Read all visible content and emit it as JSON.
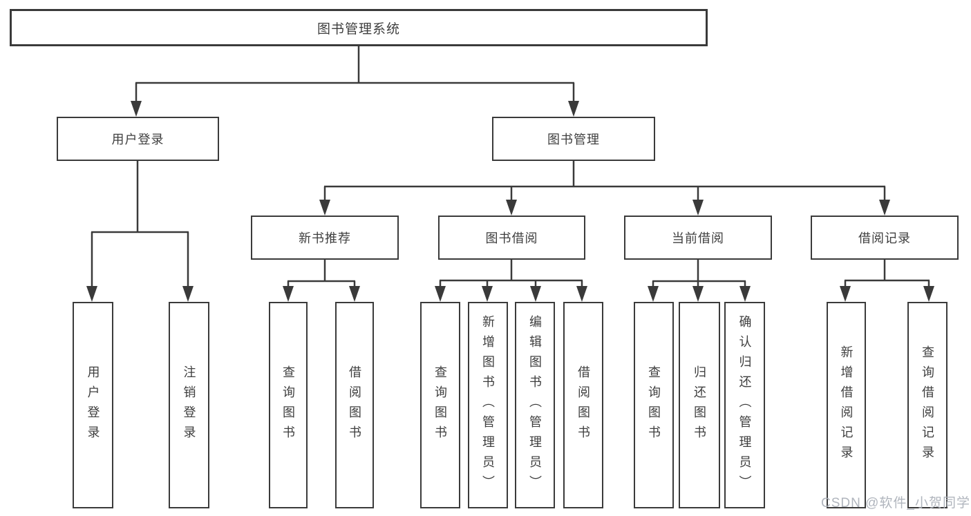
{
  "diagram_title": "图书管理系统",
  "tree": {
    "label": "图书管理系统",
    "children": [
      {
        "label": "用户登录",
        "children": [
          {
            "label": "用户登录"
          },
          {
            "label": "注销登录"
          }
        ]
      },
      {
        "label": "图书管理",
        "children": [
          {
            "label": "新书推荐",
            "children": [
              {
                "label": "查询图书"
              },
              {
                "label": "借阅图书"
              }
            ]
          },
          {
            "label": "图书借阅",
            "children": [
              {
                "label": "查询图书"
              },
              {
                "label": "新增图书（管理员）"
              },
              {
                "label": "编辑图书（管理员）"
              },
              {
                "label": "借阅图书"
              }
            ]
          },
          {
            "label": "当前借阅",
            "children": [
              {
                "label": "查询图书"
              },
              {
                "label": "归还图书"
              },
              {
                "label": "确认归还（管理员）"
              }
            ]
          },
          {
            "label": "借阅记录",
            "children": [
              {
                "label": "新增借阅记录"
              },
              {
                "label": "查询借阅记录"
              }
            ]
          }
        ]
      }
    ]
  },
  "watermark": "CSDN @软件_小贺同学",
  "colors": {
    "line": "#3a3a3a",
    "box_border": "#3a3a3a",
    "text": "#3e3e3e",
    "watermark": "#acb1b9",
    "background": "#ffffff"
  }
}
